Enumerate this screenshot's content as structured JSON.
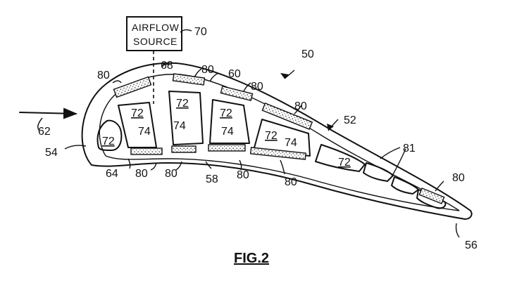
{
  "figure": {
    "caption": "FIG.2",
    "source_box": [
      "AIRFLOW",
      "SOURCE"
    ],
    "refs": {
      "r50": "50",
      "r52": "52",
      "r54": "54",
      "r56": "56",
      "r58": "58",
      "r60": "60",
      "r62": "62",
      "r64": "64",
      "r68": "68",
      "r70": "70",
      "r72": "72",
      "r74": "74",
      "r80": "80",
      "r81": "81"
    }
  }
}
